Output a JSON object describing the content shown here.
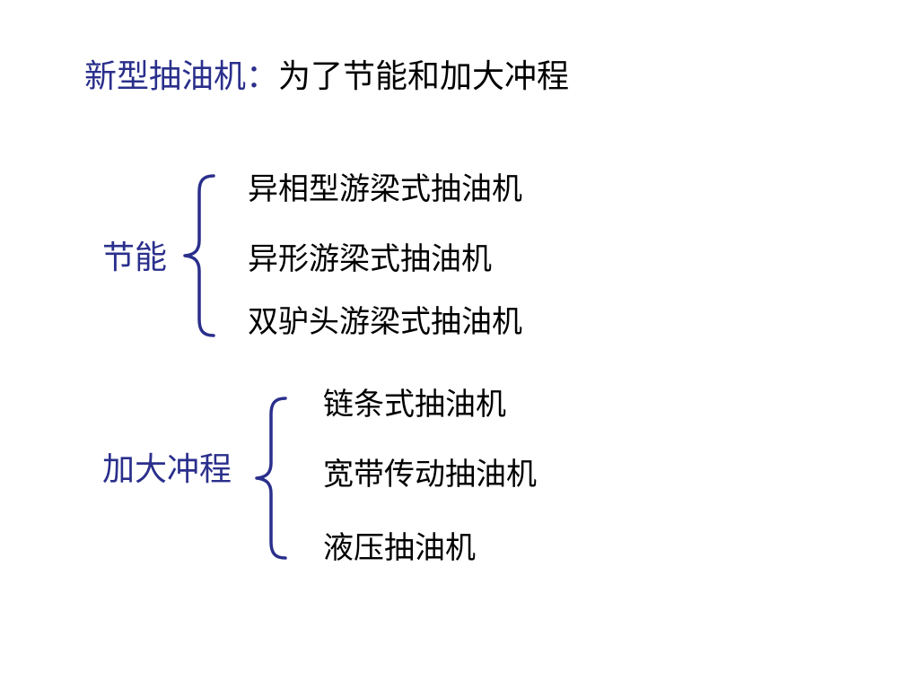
{
  "slide": {
    "title": {
      "prefix": "新型抽油机：",
      "text": "为了节能和加大冲程"
    },
    "groups": [
      {
        "label": "节能",
        "items": [
          "异相型游梁式抽油机",
          "异形游梁式抽油机",
          "双驴头游梁式抽油机"
        ]
      },
      {
        "label": "加大冲程",
        "items": [
          "链条式抽油机",
          "宽带传动抽油机",
          "液压抽油机"
        ]
      }
    ]
  },
  "colors": {
    "accent": "#2a2f8c",
    "text": "#000000",
    "background": "#ffffff"
  }
}
